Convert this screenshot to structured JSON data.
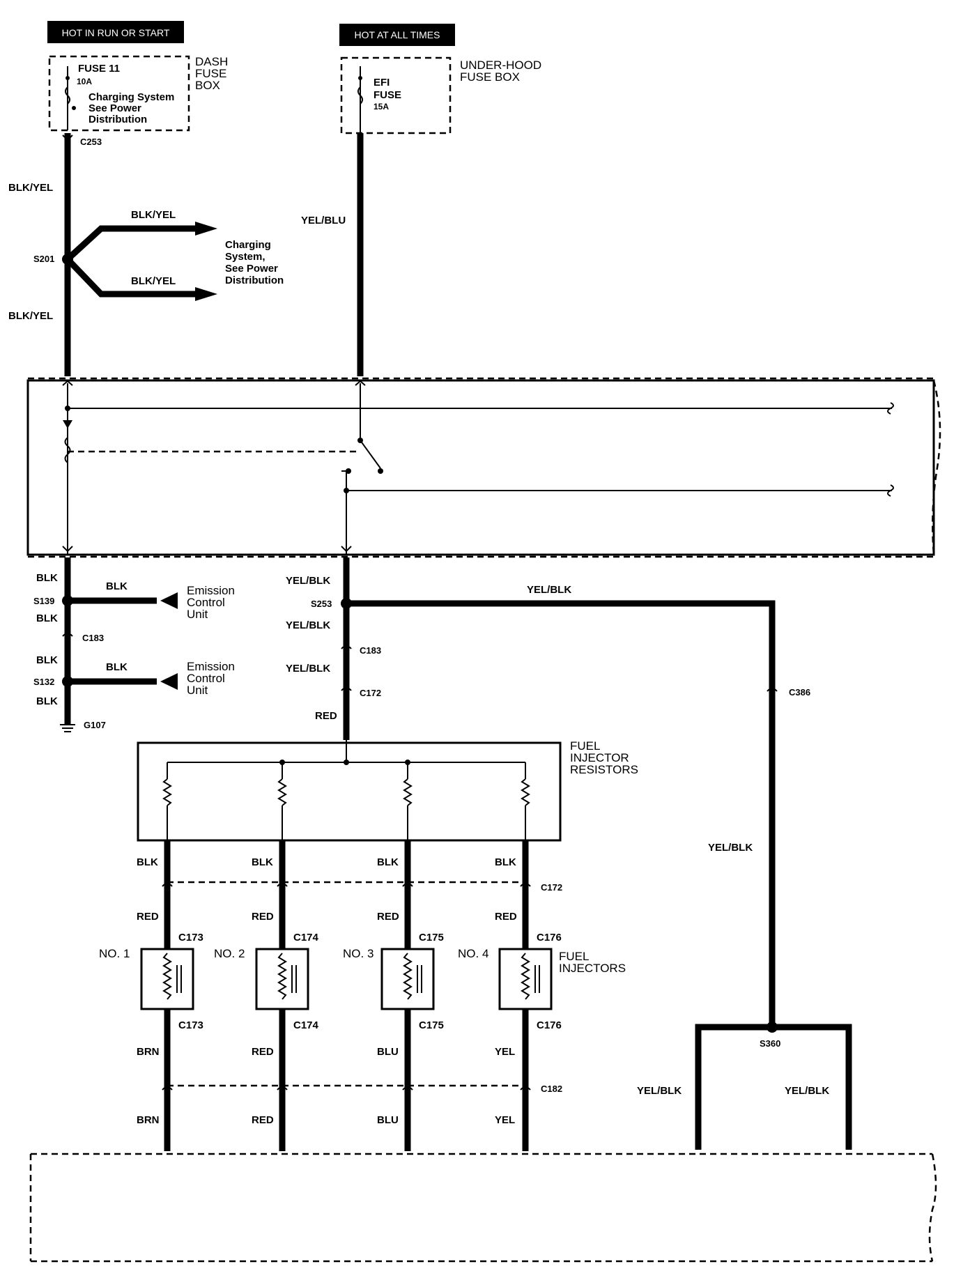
{
  "headers": {
    "left": "HOT IN RUN OR START",
    "right": "HOT AT ALL TIMES"
  },
  "dash_fuse": {
    "fuse_name": "FUSE 11",
    "fuse_rating": "10A",
    "note_line1": "Charging System",
    "note_line2": "See Power",
    "note_line3": "Distribution",
    "box_line1": "DASH",
    "box_line2": "FUSE",
    "box_line3": "BOX"
  },
  "underhood_fuse": {
    "fuse_line1": "EFI",
    "fuse_line2": "FUSE",
    "fuse_rating": "15A",
    "box_line1": "UNDER-HOOD",
    "box_line2": "FUSE BOX"
  },
  "charging_ref": {
    "line1": "Charging",
    "line2": "System,",
    "line3": "See Power",
    "line4": "Distribution"
  },
  "emission": {
    "line1": "Emission",
    "line2": "Control",
    "line3": "Unit"
  },
  "resistor_box": {
    "line1": "FUEL",
    "line2": "INJECTOR",
    "line3": "RESISTORS"
  },
  "injectors_label": {
    "line1": "FUEL",
    "line2": "INJECTORS"
  },
  "injectors": [
    {
      "label": "NO. 1",
      "top_wire": "BLK",
      "mid_wire": "RED",
      "connector_top": "C173",
      "connector_bottom": "C173",
      "out_wire_upper": "BRN",
      "out_wire_lower": "BRN"
    },
    {
      "label": "NO. 2",
      "top_wire": "BLK",
      "mid_wire": "RED",
      "connector_top": "C174",
      "connector_bottom": "C174",
      "out_wire_upper": "RED",
      "out_wire_lower": "RED"
    },
    {
      "label": "NO. 3",
      "top_wire": "BLK",
      "mid_wire": "RED",
      "connector_top": "C175",
      "connector_bottom": "C175",
      "out_wire_upper": "BLU",
      "out_wire_lower": "BLU"
    },
    {
      "label": "NO. 4",
      "top_wire": "BLK",
      "mid_wire": "RED",
      "connector_top": "C176",
      "connector_bottom": "C176",
      "out_wire_upper": "YEL",
      "out_wire_lower": "YEL"
    }
  ],
  "connectors": {
    "c253": "C253",
    "c183_left": "C183",
    "c183_mid": "C183",
    "c172_mid": "C172",
    "c172_right": "C172",
    "c386": "C386",
    "c182": "C182"
  },
  "splices": {
    "s201": "S201",
    "s139": "S139",
    "s132": "S132",
    "s253": "S253",
    "s360": "S360"
  },
  "ground": "G107",
  "wire_labels": {
    "blk_yel": "BLK/YEL",
    "yel_blu": "YEL/BLU",
    "blk": "BLK",
    "yel_blk": "YEL/BLK",
    "red": "RED"
  }
}
